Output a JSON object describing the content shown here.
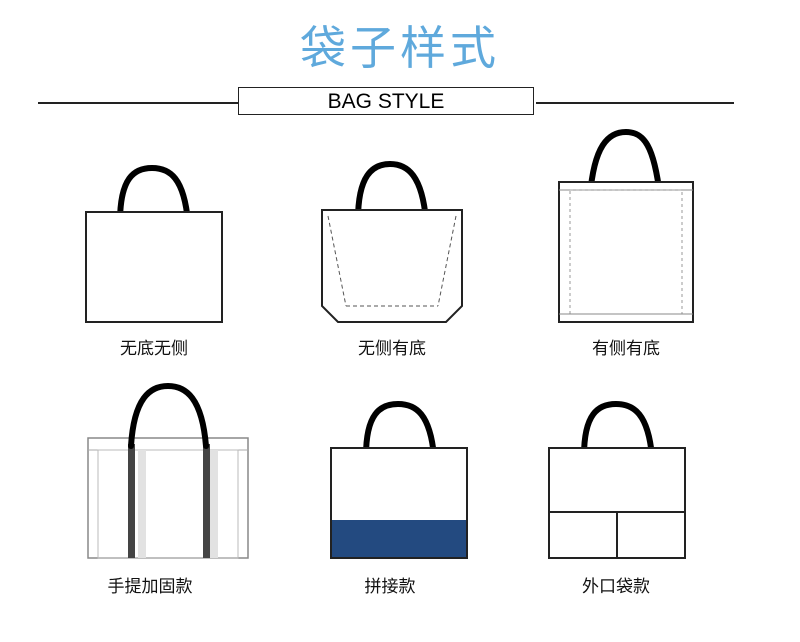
{
  "header": {
    "title_cn": "袋子样式",
    "title_en": "BAG STYLE"
  },
  "bags": [
    {
      "label": "无底无侧",
      "icon": "flat-bag-icon"
    },
    {
      "label": "无侧有底",
      "icon": "bottom-gusset-bag-icon"
    },
    {
      "label": "有侧有底",
      "icon": "side-bottom-gusset-bag-icon"
    },
    {
      "label": "手提加固款",
      "icon": "reinforced-handle-bag-icon"
    },
    {
      "label": "拼接款",
      "icon": "spliced-bag-icon"
    },
    {
      "label": "外口袋款",
      "icon": "outer-pocket-bag-icon"
    }
  ],
  "colors": {
    "title_blue": "#5fa9dc",
    "splice_blue": "#234a80",
    "outline": "#222222"
  }
}
